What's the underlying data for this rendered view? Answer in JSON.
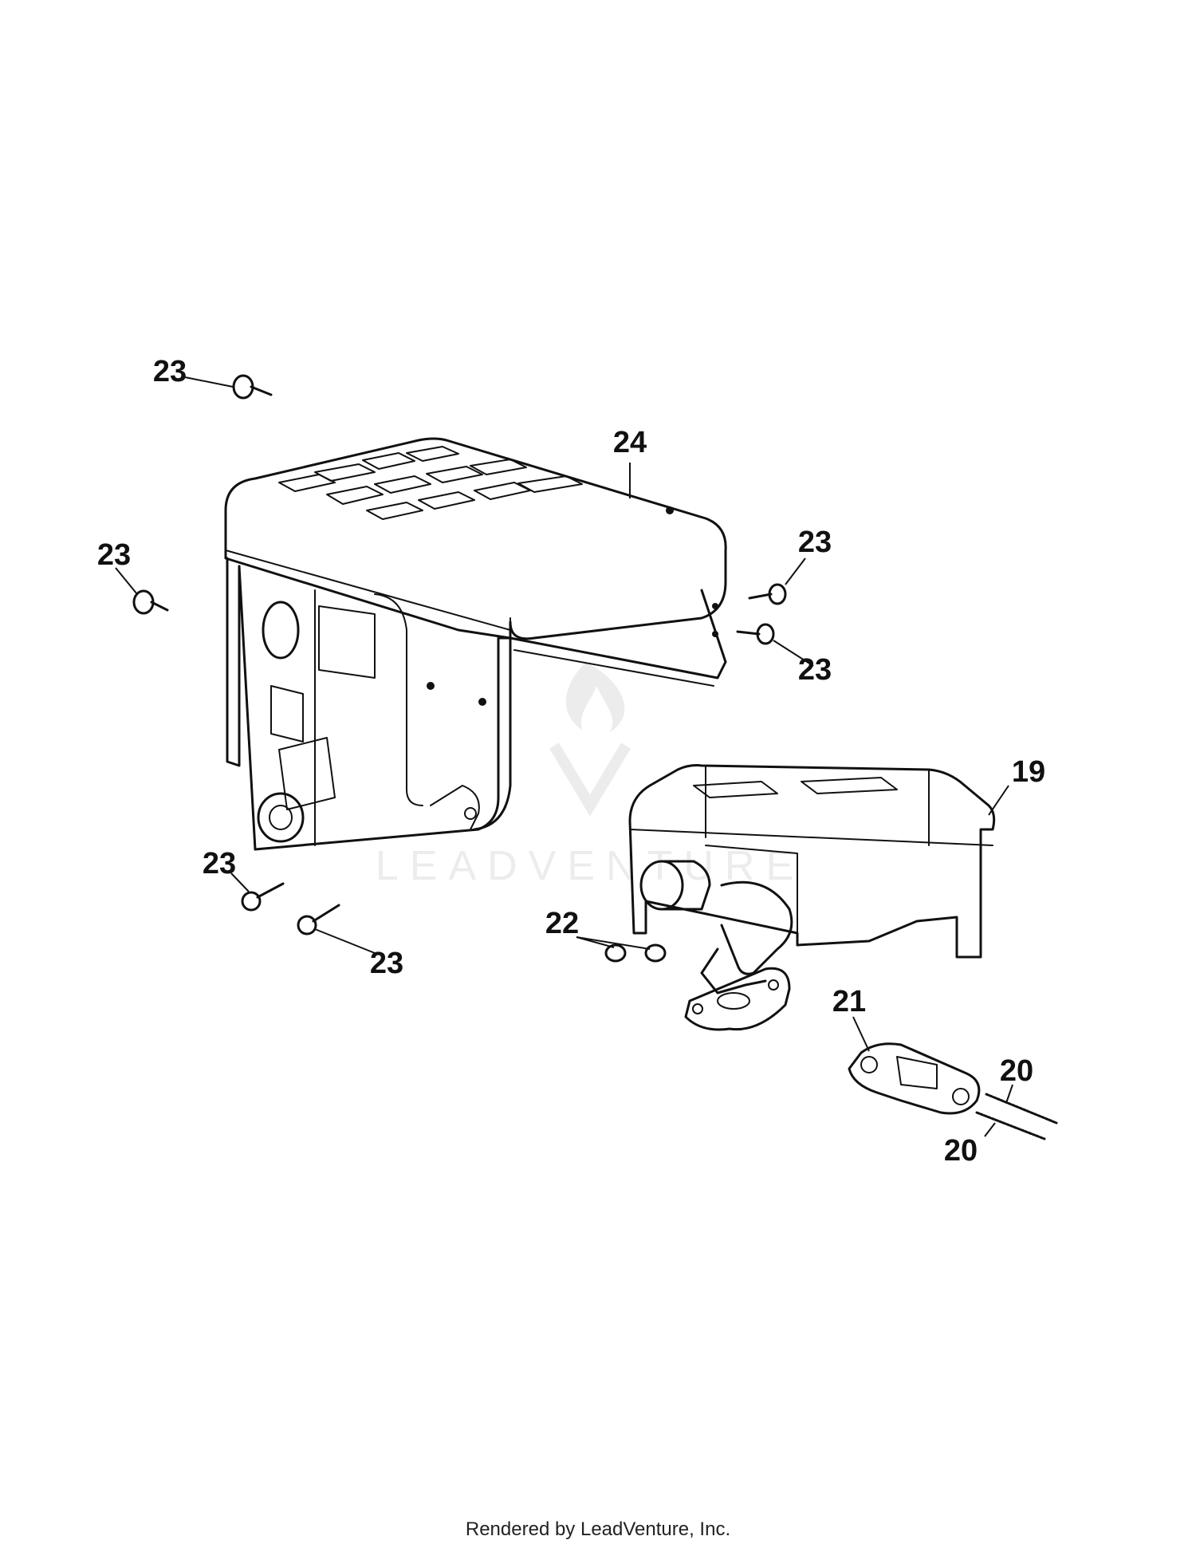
{
  "callouts": {
    "c24": "24",
    "c19": "19",
    "c21": "21",
    "c22": "22",
    "c20": "20",
    "c23": "23"
  },
  "watermark": "LEADVENTURE",
  "footer": "Rendered by LeadVenture, Inc.",
  "colors": {
    "line": "#111111",
    "watermark": "#e6e6e6",
    "background": "#ffffff"
  }
}
